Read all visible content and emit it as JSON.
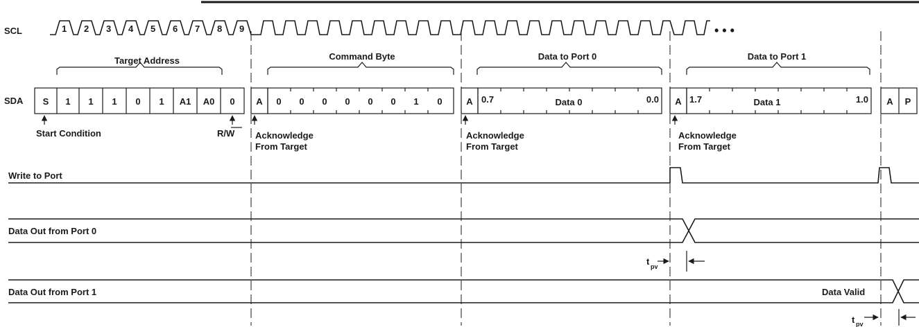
{
  "signals": {
    "scl": "SCL",
    "sda": "SDA",
    "write_to_port": "Write to Port",
    "data_out_port0": "Data Out from Port 0",
    "data_out_port1": "Data Out from Port 1"
  },
  "scl_pulse_numbers": [
    "1",
    "2",
    "3",
    "4",
    "5",
    "6",
    "7",
    "8",
    "9"
  ],
  "scl_continuation": "• • •",
  "braces": {
    "target_address": "Target Address",
    "command_byte": "Command Byte",
    "data_port0": "Data to Port 0",
    "data_port1": "Data to Port 1"
  },
  "sda_cells": [
    "S",
    "1",
    "1",
    "1",
    "0",
    "1",
    "A1",
    "A0",
    "0",
    "A",
    "0",
    "0",
    "0",
    "0",
    "0",
    "0",
    "1",
    "0",
    "A",
    "A",
    "A",
    "P"
  ],
  "data_fields": {
    "port0": {
      "msb": "0.7",
      "name": "Data 0",
      "lsb": "0.0"
    },
    "port1": {
      "msb": "1.7",
      "name": "Data 1",
      "lsb": "1.0"
    }
  },
  "annotations": {
    "start_condition": "Start Condition",
    "rw": "R/W",
    "ack1_line1": "Acknowledge",
    "ack1_line2": "From Target",
    "ack2_line1": "Acknowledge",
    "ack2_line2": "From Target",
    "ack3_line1": "Acknowledge",
    "ack3_line2": "From Target",
    "data_valid": "Data Valid",
    "tpv_main": "t",
    "tpv_sub": "pv"
  }
}
